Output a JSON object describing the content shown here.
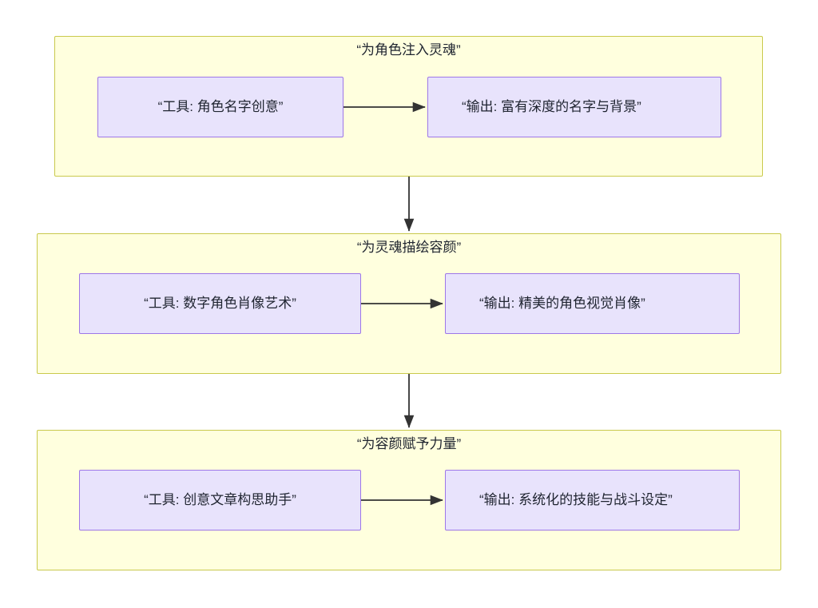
{
  "diagram": {
    "type": "flowchart",
    "direction": "top-to-bottom",
    "background_color": "#ffffff",
    "subgraph_fill": "#ffffde",
    "subgraph_stroke": "#c9c94c",
    "node_fill": "#e8e3fc",
    "node_stroke": "#9d77e8",
    "edge_color": "#333333",
    "text_color": "#1f2430",
    "groups": [
      {
        "id": "group-1",
        "title": "“为角色注入灵魂”",
        "tool_node": "“工具: 角色名字创意”",
        "output_node": "“输出: 富有深度的名字与背景”",
        "output_node_clipped": true
      },
      {
        "id": "group-2",
        "title": "“为灵魂描绘容颜”",
        "tool_node": "“工具: 数字角色肖像艺术”",
        "output_node": "“输出: 精美的角色视觉肖像”",
        "output_node_clipped": true
      },
      {
        "id": "group-3",
        "title": "“为容颜赋予力量”",
        "tool_node": "“工具: 创意文章构思助手”",
        "output_node": "“输出: 系统化的技能与战斗设定”",
        "output_node_clipped": true
      }
    ],
    "edges": [
      {
        "from": "group-1.tool",
        "to": "group-1.output",
        "orientation": "horizontal"
      },
      {
        "from": "group-1",
        "to": "group-2",
        "orientation": "vertical"
      },
      {
        "from": "group-2.tool",
        "to": "group-2.output",
        "orientation": "horizontal"
      },
      {
        "from": "group-2",
        "to": "group-3",
        "orientation": "vertical"
      },
      {
        "from": "group-3.tool",
        "to": "group-3.output",
        "orientation": "horizontal"
      }
    ]
  }
}
